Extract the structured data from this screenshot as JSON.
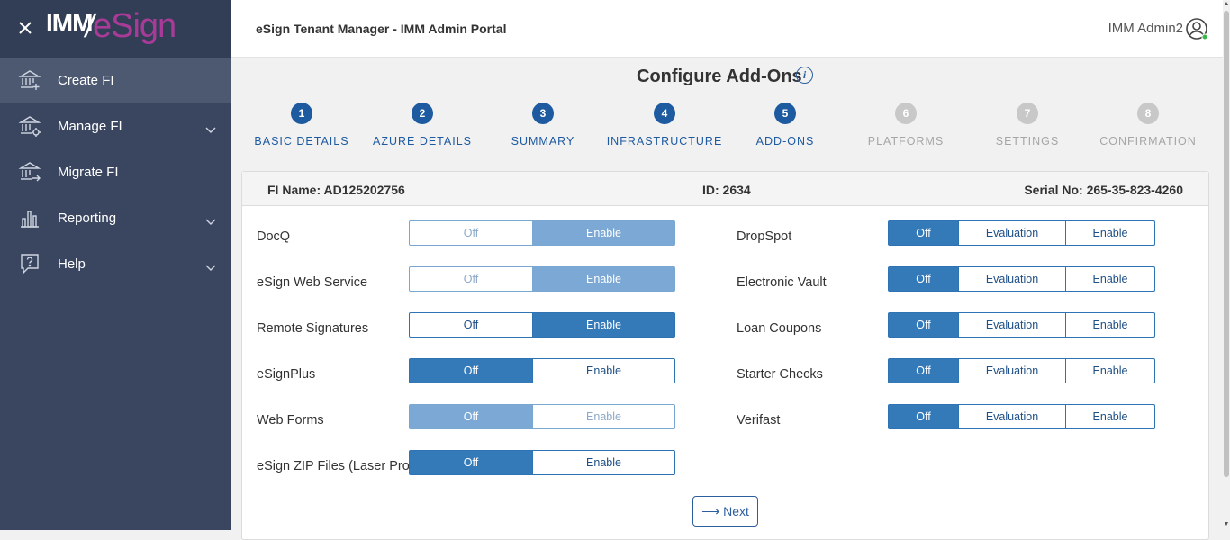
{
  "app": {
    "logo_prefix": "IMM",
    "logo_suffix": "eSign",
    "title": "eSign Tenant Manager - IMM Admin Portal",
    "user": "IMM Admin2"
  },
  "sidebar": {
    "items": [
      {
        "label": "Create FI",
        "icon": "bank-add-icon",
        "active": true,
        "chevron": false
      },
      {
        "label": "Manage FI",
        "icon": "bank-settings-icon",
        "active": false,
        "chevron": true
      },
      {
        "label": "Migrate FI",
        "icon": "bank-migrate-icon",
        "active": false,
        "chevron": false
      },
      {
        "label": "Reporting",
        "icon": "bar-chart-icon",
        "active": false,
        "chevron": true
      },
      {
        "label": "Help",
        "icon": "help-icon",
        "active": false,
        "chevron": true
      }
    ]
  },
  "page": {
    "title": "Configure Add-Ons",
    "info_glyph": "i"
  },
  "stepper": {
    "steps": [
      {
        "num": "1",
        "label": "BASIC DETAILS",
        "done": true
      },
      {
        "num": "2",
        "label": "AZURE DETAILS",
        "done": true
      },
      {
        "num": "3",
        "label": "SUMMARY",
        "done": true
      },
      {
        "num": "4",
        "label": "INFRASTRUCTURE",
        "done": true
      },
      {
        "num": "5",
        "label": "ADD-ONS",
        "done": true
      },
      {
        "num": "6",
        "label": "PLATFORMS",
        "done": false
      },
      {
        "num": "7",
        "label": "SETTINGS",
        "done": false
      },
      {
        "num": "8",
        "label": "CONFIRMATION",
        "done": false
      }
    ]
  },
  "fi": {
    "name": "FI Name: AD125202756",
    "id": "ID: 2634",
    "serial": "Serial No: 265-35-823-4260"
  },
  "left_addons": [
    {
      "label": "DocQ",
      "options": [
        "Off",
        "Enable"
      ],
      "selected": 1,
      "disabled": true
    },
    {
      "label": "eSign Web Service",
      "options": [
        "Off",
        "Enable"
      ],
      "selected": 1,
      "disabled": true
    },
    {
      "label": "Remote Signatures",
      "options": [
        "Off",
        "Enable"
      ],
      "selected": 1,
      "disabled": false
    },
    {
      "label": "eSignPlus",
      "options": [
        "Off",
        "Enable"
      ],
      "selected": 0,
      "disabled": false
    },
    {
      "label": "Web Forms",
      "options": [
        "Off",
        "Enable"
      ],
      "selected": 0,
      "disabled": true
    },
    {
      "label": "eSign ZIP Files (Laser Pro)",
      "options": [
        "Off",
        "Enable"
      ],
      "selected": 0,
      "disabled": false
    }
  ],
  "right_addons": [
    {
      "label": "DropSpot",
      "options": [
        "Off",
        "Evaluation",
        "Enable"
      ],
      "selected": 0,
      "disabled": false
    },
    {
      "label": "Electronic Vault",
      "options": [
        "Off",
        "Evaluation",
        "Enable"
      ],
      "selected": 0,
      "disabled": false
    },
    {
      "label": "Loan Coupons",
      "options": [
        "Off",
        "Evaluation",
        "Enable"
      ],
      "selected": 0,
      "disabled": false
    },
    {
      "label": "Starter Checks",
      "options": [
        "Off",
        "Evaluation",
        "Enable"
      ],
      "selected": 0,
      "disabled": false
    },
    {
      "label": "Verifast",
      "options": [
        "Off",
        "Evaluation",
        "Enable"
      ],
      "selected": 0,
      "disabled": false
    }
  ],
  "next_label": "Next",
  "colors": {
    "sidebar": "#3a4660",
    "accent": "#1e5aa0",
    "logo_esign": "#a83b98"
  }
}
